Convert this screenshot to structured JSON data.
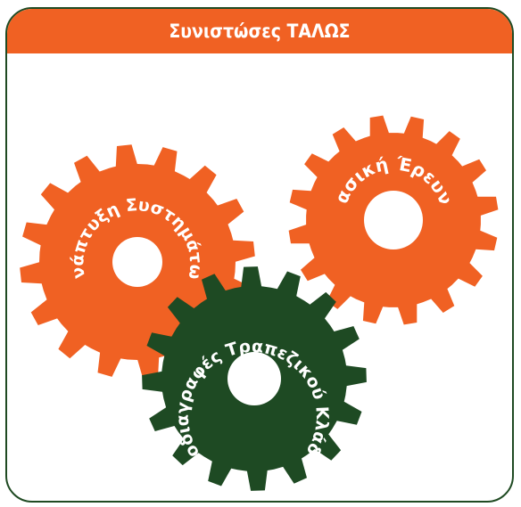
{
  "header": {
    "title": "Συνιστώσες ΤΑΛΩΣ"
  },
  "colors": {
    "accent": "#f06123",
    "dark_green": "#1e4a23",
    "border": "#1f4a22",
    "hole": "#ffffff"
  },
  "gears": [
    {
      "id": "systems",
      "label": "Ανάπτυξη Συστημάτων",
      "color": "accent"
    },
    {
      "id": "research",
      "label": "Βασική Έρευνα",
      "color": "accent"
    },
    {
      "id": "banking",
      "label": "Προδιαγραφές Τραπεζικού Κλάδου",
      "color": "dark_green"
    }
  ]
}
